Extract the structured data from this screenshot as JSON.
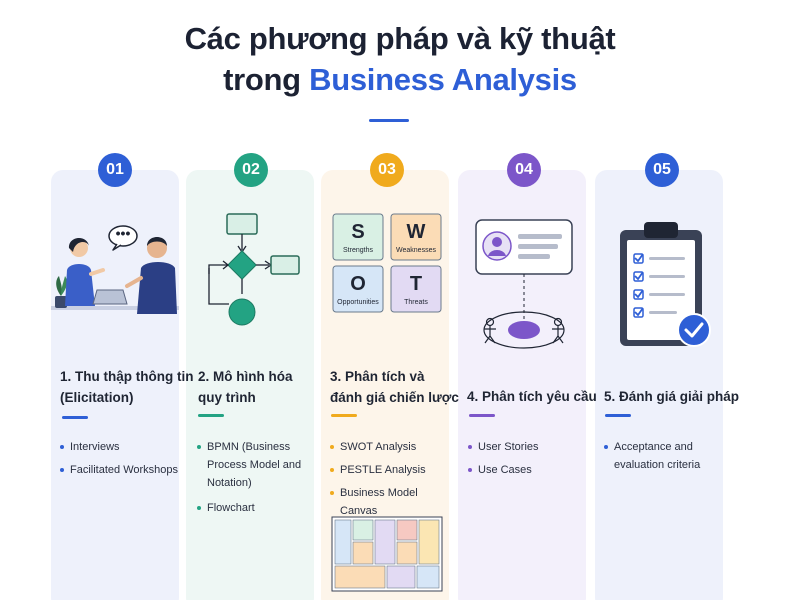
{
  "title": {
    "line1": "Các phương pháp và kỹ thuật",
    "line2_prefix": "trong ",
    "line2_accent": "Business Analysis"
  },
  "colors": {
    "blue": "#2e5fd6",
    "green": "#23a383",
    "orange": "#f0aa1d",
    "purple": "#7c56c9"
  },
  "steps": [
    {
      "number": "01",
      "heading_line1": "1. Thu thập thông tin",
      "heading_line2": "(Elicitation)",
      "illustration": "two-people-conversation-laptop",
      "items": [
        "Interviews",
        "Facilitated Workshops"
      ]
    },
    {
      "number": "02",
      "heading_line1": "2. Mô hình hóa",
      "heading_line2": "quy trình",
      "illustration": "process-flowchart",
      "items": [
        "BPMN (Business",
        "Process Model and",
        "Notation)",
        "Flowchart"
      ]
    },
    {
      "number": "03",
      "heading_line1": "3. Phân tích và",
      "heading_line2": "đánh giá chiến lược",
      "illustration": "swot-grid",
      "swot": [
        {
          "letter": "S",
          "label": "Strengths"
        },
        {
          "letter": "W",
          "label": "Weaknesses"
        },
        {
          "letter": "O",
          "label": "Opportunities"
        },
        {
          "letter": "T",
          "label": "Threats"
        }
      ],
      "items": [
        "SWOT Analysis",
        "PESTLE Analysis",
        "Business Model Canvas"
      ]
    },
    {
      "number": "04",
      "heading_line1": "4. Phân tích yêu cầu",
      "heading_line2": "",
      "illustration": "user-card-use-case",
      "items": [
        "User Stories",
        "Use Cases"
      ]
    },
    {
      "number": "05",
      "heading_line1": "5. Đánh giá giải pháp",
      "heading_line2": "",
      "illustration": "clipboard-checklist",
      "items": [
        "Acceptance and",
        "evaluation criteria"
      ]
    }
  ]
}
